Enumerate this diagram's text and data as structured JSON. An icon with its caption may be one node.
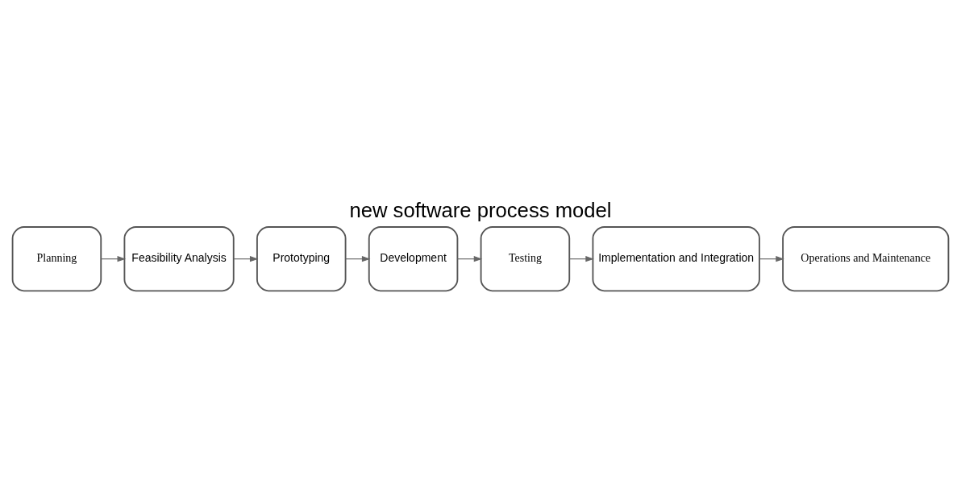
{
  "diagram": {
    "title": "new software process model",
    "nodes": [
      {
        "text": [
          "Planning"
        ]
      },
      {
        "text": [
          "Feasibility Analysis"
        ]
      },
      {
        "text": [
          "Prototyping"
        ]
      },
      {
        "text": [
          "Development"
        ]
      },
      {
        "text": [
          "Testing"
        ]
      },
      {
        "text": [
          "Implementation and Integration"
        ]
      },
      {
        "text": [
          "Operations and Maintenance"
        ]
      }
    ],
    "edges": [
      {
        "from": 0,
        "to": 1,
        "arrow": "to"
      },
      {
        "from": 1,
        "to": 2,
        "arrow": "to"
      },
      {
        "from": 2,
        "to": 3,
        "arrow": "to"
      },
      {
        "from": 3,
        "to": 4,
        "arrow": "to"
      },
      {
        "from": 4,
        "to": 5,
        "arrow": "to"
      },
      {
        "from": 5,
        "to": 6,
        "arrow": "to"
      }
    ]
  }
}
